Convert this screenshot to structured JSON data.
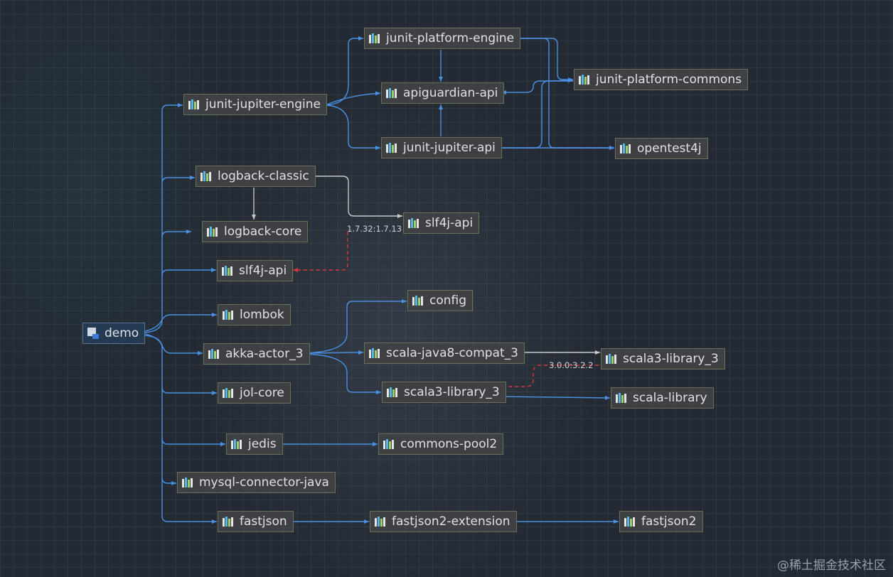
{
  "diagram": {
    "title": "",
    "root": {
      "id": "demo",
      "label": "demo",
      "icon": "module-icon"
    },
    "nodes": [
      {
        "id": "junit-jupiter-engine",
        "label": "junit-jupiter-engine"
      },
      {
        "id": "junit-platform-engine",
        "label": "junit-platform-engine"
      },
      {
        "id": "apiguardian-api",
        "label": "apiguardian-api"
      },
      {
        "id": "junit-jupiter-api",
        "label": "junit-jupiter-api"
      },
      {
        "id": "junit-platform-commons",
        "label": "junit-platform-commons"
      },
      {
        "id": "opentest4j",
        "label": "opentest4j"
      },
      {
        "id": "logback-classic",
        "label": "logback-classic"
      },
      {
        "id": "logback-core",
        "label": "logback-core"
      },
      {
        "id": "slf4j-api-resolved",
        "label": "slf4j-api"
      },
      {
        "id": "slf4j-api",
        "label": "slf4j-api"
      },
      {
        "id": "lombok",
        "label": "lombok"
      },
      {
        "id": "akka-actor_3",
        "label": "akka-actor_3"
      },
      {
        "id": "config",
        "label": "config"
      },
      {
        "id": "scala-java8-compat_3",
        "label": "scala-java8-compat_3"
      },
      {
        "id": "scala3-library_3-right",
        "label": "scala3-library_3"
      },
      {
        "id": "scala3-library_3",
        "label": "scala3-library_3"
      },
      {
        "id": "scala-library",
        "label": "scala-library"
      },
      {
        "id": "jol-core",
        "label": "jol-core"
      },
      {
        "id": "jedis",
        "label": "jedis"
      },
      {
        "id": "commons-pool2",
        "label": "commons-pool2"
      },
      {
        "id": "mysql-connector-java",
        "label": "mysql-connector-java"
      },
      {
        "id": "fastjson",
        "label": "fastjson"
      },
      {
        "id": "fastjson2-extension",
        "label": "fastjson2-extension"
      },
      {
        "id": "fastjson2",
        "label": "fastjson2"
      }
    ],
    "edges": [
      {
        "from": "demo",
        "to": "junit-jupiter-engine"
      },
      {
        "from": "demo",
        "to": "logback-classic"
      },
      {
        "from": "demo",
        "to": "logback-core"
      },
      {
        "from": "demo",
        "to": "slf4j-api"
      },
      {
        "from": "demo",
        "to": "lombok"
      },
      {
        "from": "demo",
        "to": "akka-actor_3"
      },
      {
        "from": "demo",
        "to": "jol-core"
      },
      {
        "from": "demo",
        "to": "jedis"
      },
      {
        "from": "demo",
        "to": "mysql-connector-java"
      },
      {
        "from": "demo",
        "to": "fastjson"
      },
      {
        "from": "junit-jupiter-engine",
        "to": "junit-platform-engine"
      },
      {
        "from": "junit-jupiter-engine",
        "to": "apiguardian-api"
      },
      {
        "from": "junit-jupiter-engine",
        "to": "junit-jupiter-api"
      },
      {
        "from": "junit-platform-engine",
        "to": "apiguardian-api"
      },
      {
        "from": "junit-platform-engine",
        "to": "junit-platform-commons"
      },
      {
        "from": "junit-platform-engine",
        "to": "opentest4j"
      },
      {
        "from": "junit-jupiter-api",
        "to": "apiguardian-api"
      },
      {
        "from": "junit-jupiter-api",
        "to": "junit-platform-commons"
      },
      {
        "from": "junit-jupiter-api",
        "to": "opentest4j"
      },
      {
        "from": "junit-platform-commons",
        "to": "apiguardian-api"
      },
      {
        "from": "logback-classic",
        "to": "logback-core"
      },
      {
        "from": "logback-classic",
        "to": "slf4j-api-resolved"
      },
      {
        "from": "akka-actor_3",
        "to": "config"
      },
      {
        "from": "akka-actor_3",
        "to": "scala-java8-compat_3"
      },
      {
        "from": "akka-actor_3",
        "to": "scala3-library_3"
      },
      {
        "from": "scala-java8-compat_3",
        "to": "scala3-library_3-right"
      },
      {
        "from": "scala3-library_3",
        "to": "scala-library"
      },
      {
        "from": "jedis",
        "to": "commons-pool2"
      },
      {
        "from": "fastjson",
        "to": "fastjson2-extension"
      },
      {
        "from": "fastjson2-extension",
        "to": "fastjson2"
      }
    ],
    "conflicts": [
      {
        "label": "1.7.32:1.7.13",
        "from": "slf4j-api-resolved",
        "to": "slf4j-api",
        "color": "#d9363e"
      },
      {
        "label": "3.0.0:3.2.2",
        "from": "scala3-library_3-right",
        "to": "scala3-library_3",
        "color": "#d9363e"
      }
    ],
    "colors": {
      "edge": "#4a90e2",
      "edge_secondary": "#c8c8c8",
      "conflict": "#d9363e",
      "node_fill": "#3e4044",
      "node_border": "#6a6f58"
    }
  },
  "watermark": "@稀土掘金技术社区"
}
